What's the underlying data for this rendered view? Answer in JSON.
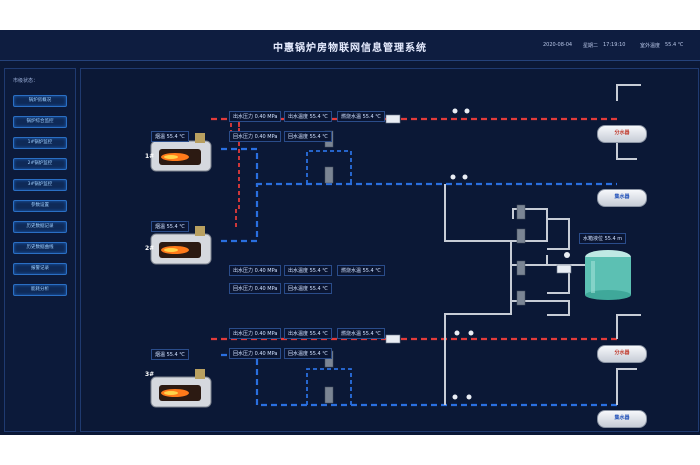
{
  "header": {
    "title": "中惠锅炉房物联网信息管理系统",
    "date": "2020-08-04",
    "weekday": "星期二",
    "time": "17:19:10",
    "outdoor_label": "室外温度",
    "outdoor_value": "55.4 ℃"
  },
  "sidebar": {
    "title": "市级状态：",
    "items": [
      {
        "label": "锅炉房概况"
      },
      {
        "label": "锅炉综合监控"
      },
      {
        "label": "1#锅炉监控"
      },
      {
        "label": "2#锅炉监控"
      },
      {
        "label": "3#锅炉监控"
      },
      {
        "label": "参数设置"
      },
      {
        "label": "历史数据记录"
      },
      {
        "label": "历史数据曲线"
      },
      {
        "label": "报警记录"
      },
      {
        "label": "能耗分析"
      }
    ]
  },
  "boilers": [
    {
      "id": "1#",
      "smoke": "烟温 55.4 ℃",
      "readings": [
        "出水压力 0.40 MPa",
        "出水温度 55.4 ℃",
        "燃烧水温 55.4 ℃",
        "回水压力 0.40 MPa",
        "回水温度 55.4 ℃"
      ]
    },
    {
      "id": "2#",
      "smoke": "烟温 55.4 ℃",
      "readings": [
        "出水压力 0.40 MPa",
        "出水温度 55.4 ℃",
        "燃烧水温 55.4 ℃",
        "回水压力 0.40 MPa",
        "回水温度 55.4 ℃"
      ]
    },
    {
      "id": "3#",
      "smoke": "烟温 55.4 ℃",
      "readings": [
        "出水压力 0.40 MPa",
        "出水温度 55.4 ℃",
        "燃烧水温 55.4 ℃",
        "回水压力 0.40 MPa",
        "回水温度 55.4 ℃"
      ]
    }
  ],
  "water_tank": {
    "label": "水箱液位 55.4 m"
  },
  "tanks": {
    "top_supply": "分水器",
    "top_return": "集水器",
    "bottom_supply": "分水器",
    "bottom_return": "集水器"
  },
  "colors": {
    "background": "#0b1836",
    "hot_pipe": "#e23b3b",
    "cold_pipe": "#2a6fe0",
    "accent": "#2a6fc4"
  }
}
